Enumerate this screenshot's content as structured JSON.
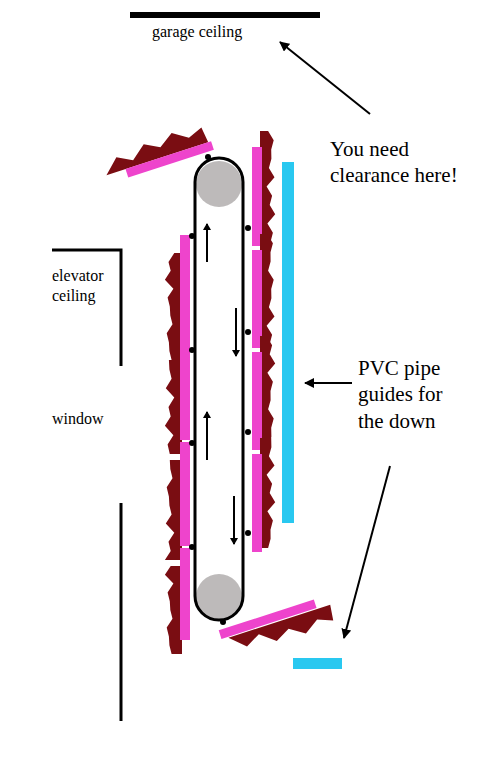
{
  "diagram": {
    "labels": [
      "garage ceiling",
      "You need clearance here!",
      "elevator ceiling",
      "window",
      "PVC pipe guides for the down"
    ]
  }
}
